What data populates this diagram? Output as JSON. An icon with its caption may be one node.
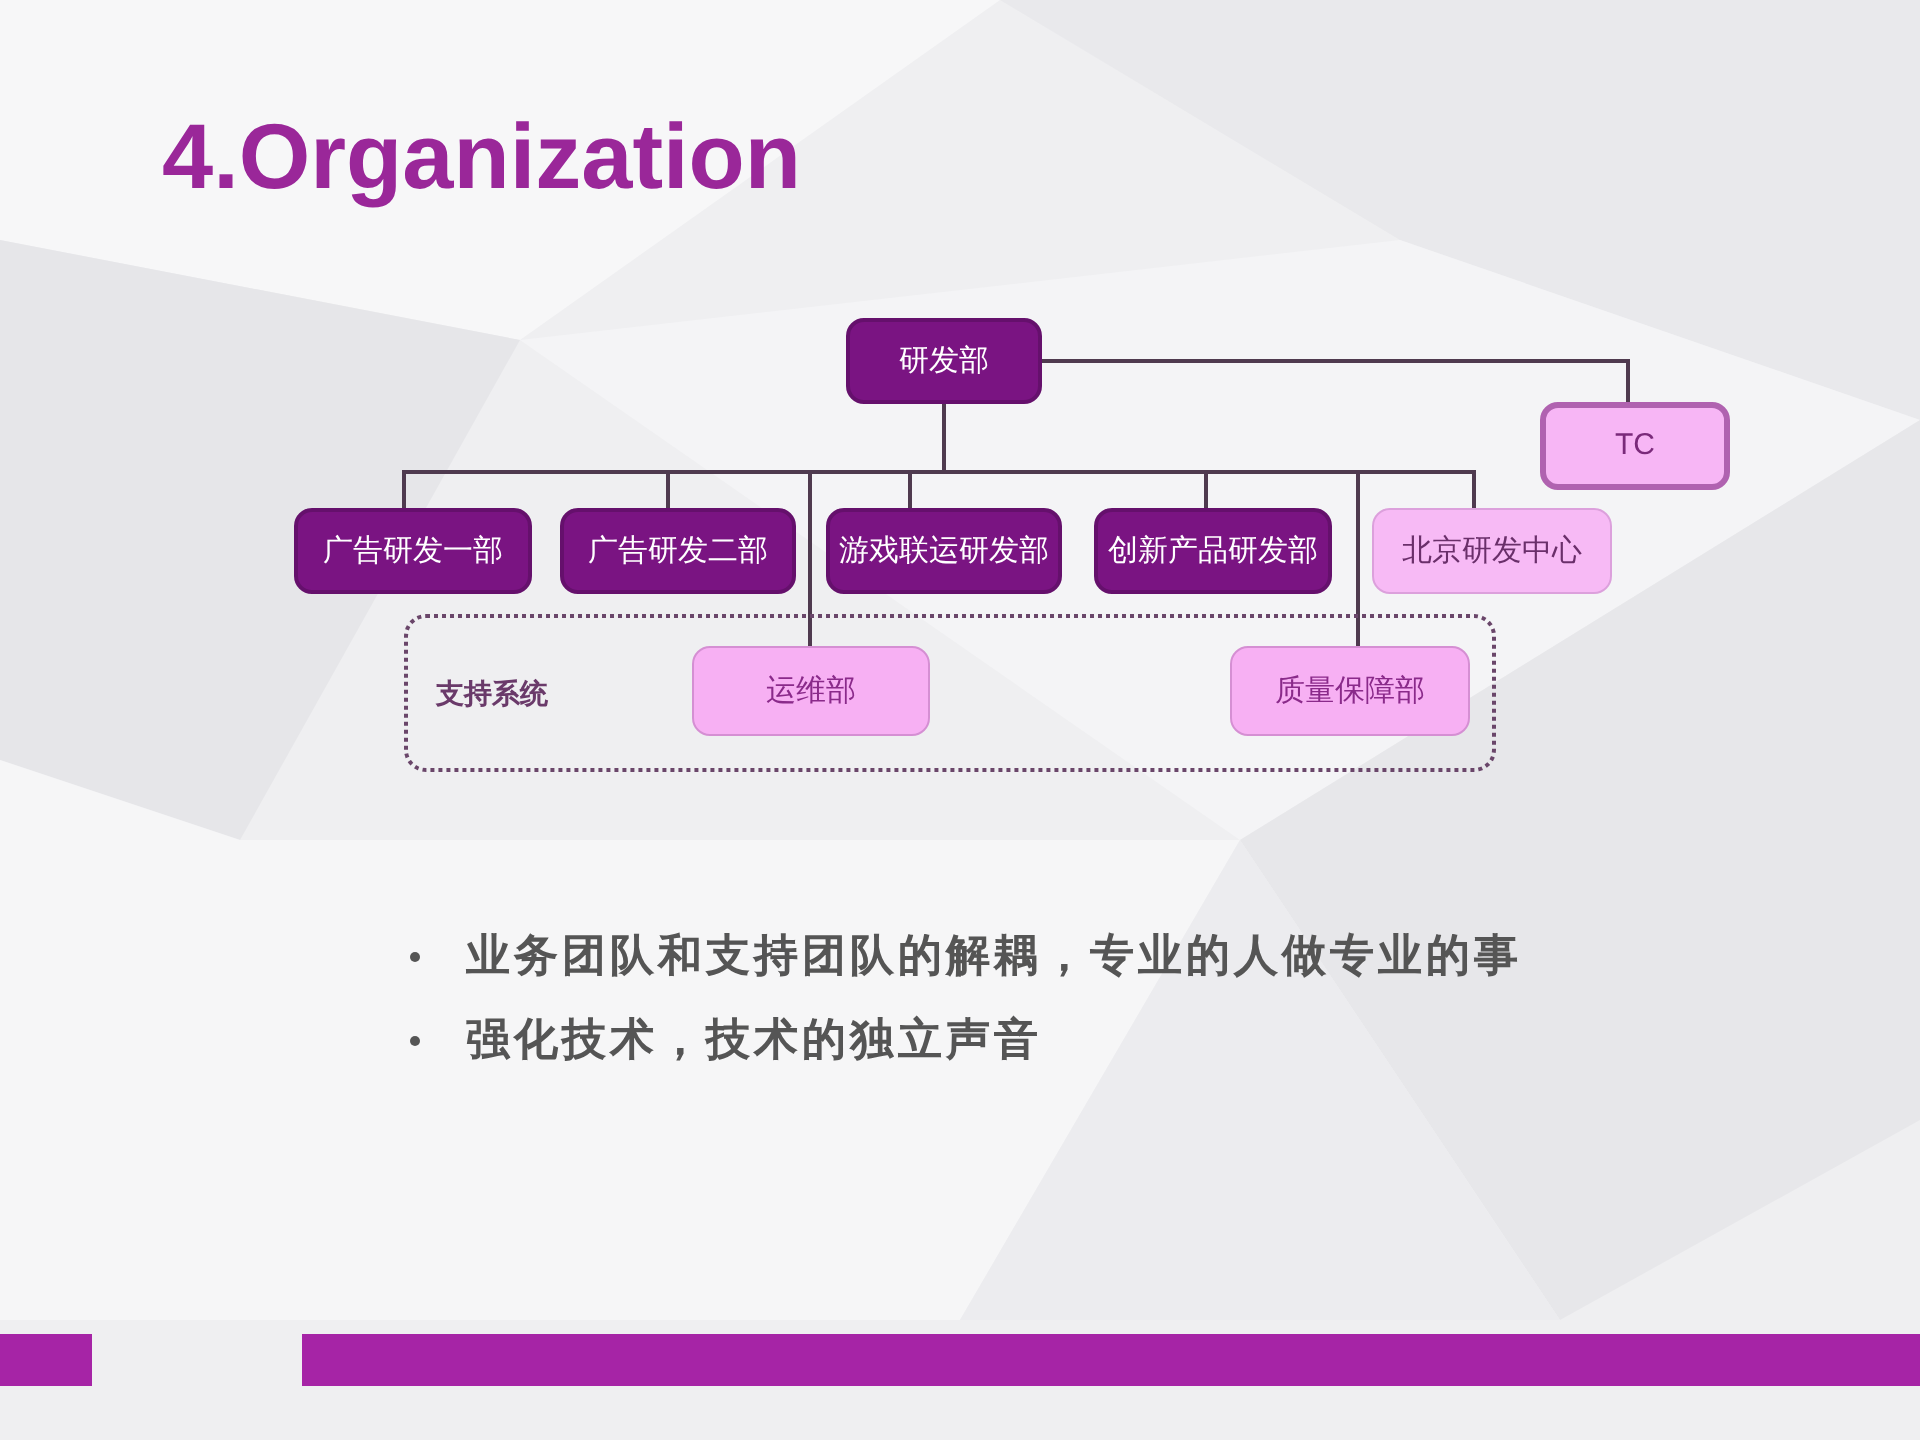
{
  "diagram": {
    "title": "4.Organization",
    "nodes": [
      {
        "text": [
          "研发部"
        ]
      },
      {
        "text": [
          "TC"
        ]
      },
      {
        "text": [
          "广告研发一部"
        ]
      },
      {
        "text": [
          "广告研发二部"
        ]
      },
      {
        "text": [
          "游戏联运研发部"
        ]
      },
      {
        "text": [
          "创新产品研发部"
        ]
      },
      {
        "text": [
          "北京研发中心"
        ]
      },
      {
        "text": [
          "支持系统"
        ]
      },
      {
        "text": [
          "运维部"
        ],
        "in": 7
      },
      {
        "text": [
          "质量保障部"
        ],
        "in": 7
      }
    ],
    "edges": [
      {
        "from": 0,
        "to": 1,
        "arrow": "none"
      },
      {
        "from": 0,
        "to": 2,
        "arrow": "none"
      },
      {
        "from": 0,
        "to": 3,
        "arrow": "none"
      },
      {
        "from": 0,
        "to": 8,
        "arrow": "none"
      },
      {
        "from": 0,
        "to": 4,
        "arrow": "none"
      },
      {
        "from": 0,
        "to": 5,
        "arrow": "none"
      },
      {
        "from": 0,
        "to": 9,
        "arrow": "none"
      },
      {
        "from": 0,
        "to": 6,
        "arrow": "none"
      }
    ],
    "labels": [
      "业务团队和支持团队的解耦，专业的人做专业的事",
      "强化技术，技术的独立声音"
    ]
  }
}
